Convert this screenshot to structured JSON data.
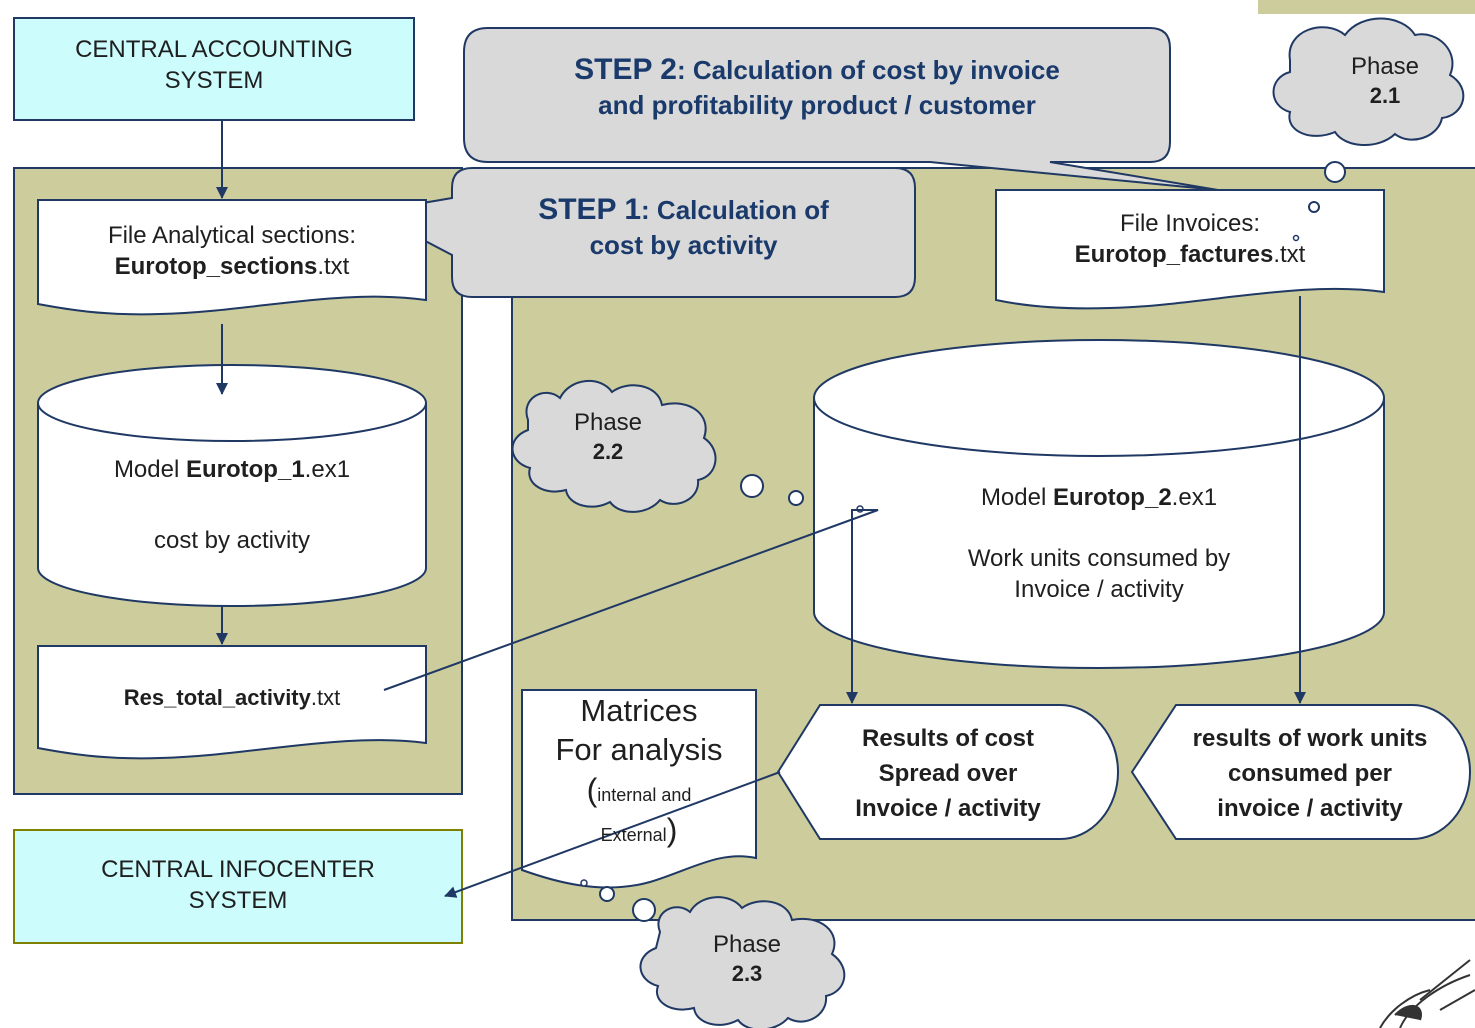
{
  "central_accounting": {
    "line1": "CENTRAL ACCOUNTING",
    "line2": "SYSTEM"
  },
  "central_infocenter": {
    "line1": "CENTRAL INFOCENTER",
    "line2": "SYSTEM"
  },
  "step2": {
    "prefix": "STEP 2",
    "line1": ": Calculation of cost by invoice",
    "line2": "and profitability product / customer"
  },
  "step1": {
    "prefix": "STEP 1",
    "line1": ": Calculation of",
    "line2": "cost by activity"
  },
  "file_sections": {
    "line1": "File Analytical sections:",
    "name_bold": "Eurotop_sections",
    "ext": ".txt"
  },
  "file_invoices": {
    "line1": "File Invoices:",
    "name_bold": "Eurotop_factures",
    "ext": ".txt"
  },
  "model1": {
    "prefix": "Model ",
    "name_bold": "Eurotop_1",
    "ext": ".ex1",
    "desc": "cost by activity"
  },
  "model2": {
    "prefix": "Model ",
    "name_bold": "Eurotop_2",
    "ext": ".ex1",
    "desc_line1": "Work units consumed by",
    "desc_line2": "Invoice / activity"
  },
  "res_total": {
    "name_bold": "Res_total_activity",
    "ext": ".txt"
  },
  "matrices": {
    "line1": "Matrices",
    "line2": "For analysis",
    "paren_open": "(",
    "line3": "internal and",
    "line4": "External",
    "paren_close": ")"
  },
  "results_cost": {
    "line1": "Results of cost",
    "line2": "Spread over",
    "line3": "Invoice / activity"
  },
  "results_units": {
    "line1": "results of work units",
    "line2": "consumed per",
    "line3": "invoice / activity"
  },
  "phase_2_1": {
    "label": "Phase",
    "num": "2.1"
  },
  "phase_2_2": {
    "label": "Phase",
    "num": "2.2"
  },
  "phase_2_3": {
    "label": "Phase",
    "num": "2.3"
  },
  "colors": {
    "panel": "#cccc9c",
    "panel_border": "#1f3864",
    "system_box": "#ccfcfc",
    "step_callout": "#d9d9d9",
    "arrow": "#1f3864"
  }
}
